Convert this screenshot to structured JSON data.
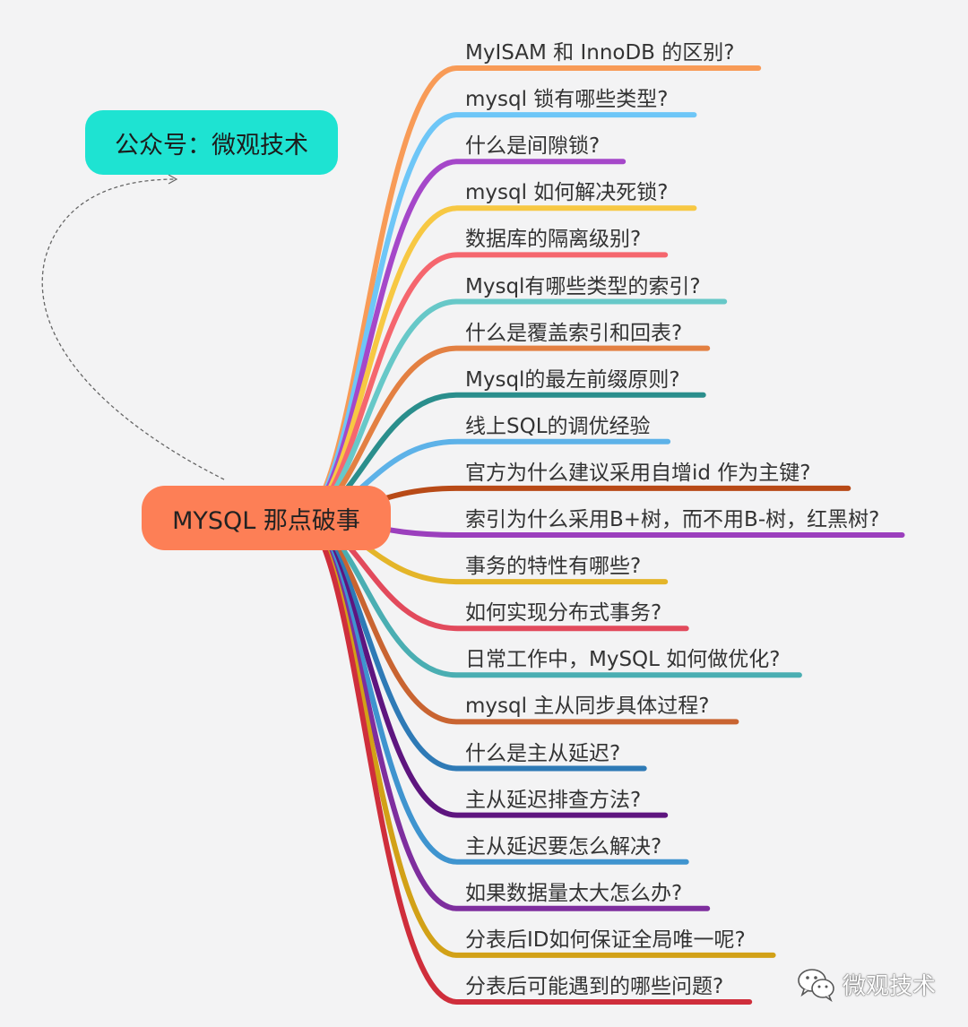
{
  "center": {
    "label": "MYSQL 那点破事"
  },
  "account": {
    "label": "公众号：微观技术"
  },
  "branches": [
    {
      "label": "MyISAM 和 InnoDB 的区别?",
      "color": "#f89b57"
    },
    {
      "label": "mysql 锁有哪些类型?",
      "color": "#6ec6f7"
    },
    {
      "label": "什么是间隙锁?",
      "color": "#a547c9"
    },
    {
      "label": "mysql 如何解决死锁?",
      "color": "#f7c843"
    },
    {
      "label": "数据库的隔离级别?",
      "color": "#f5666e"
    },
    {
      "label": "Mysql有哪些类型的索引?",
      "color": "#67c8c8"
    },
    {
      "label": "什么是覆盖索引和回表?",
      "color": "#e38042"
    },
    {
      "label": "Mysql的最左前缀原则?",
      "color": "#2a8e8c"
    },
    {
      "label": "线上SQL的调优经验",
      "color": "#5db2e8"
    },
    {
      "label": "官方为什么建议采用自增id 作为主键?",
      "color": "#b84a17"
    },
    {
      "label": "索引为什么采用B+树，而不用B-树，红黑树?",
      "color": "#9b3fbd"
    },
    {
      "label": "事务的特性有哪些?",
      "color": "#e4b529"
    },
    {
      "label": "如何实现分布式事务?",
      "color": "#e24a5c"
    },
    {
      "label": "日常工作中，MySQL 如何做优化?",
      "color": "#4aaeb2"
    },
    {
      "label": "mysql 主从同步具体过程?",
      "color": "#c96431"
    },
    {
      "label": "什么是主从延迟?",
      "color": "#2e7ab6"
    },
    {
      "label": "主从延迟排查方法?",
      "color": "#5e157f"
    },
    {
      "label": "主从延迟要怎么解决?",
      "color": "#3f94cf"
    },
    {
      "label": "如果数据量太大怎么办?",
      "color": "#7e2e9e"
    },
    {
      "label": "分表后ID如何保证全局唯一呢?",
      "color": "#d2a117"
    },
    {
      "label": "分表后可能遇到的哪些问题?",
      "color": "#cf2e3b"
    }
  ],
  "watermark": {
    "text": "微观技术",
    "icon": "wechat-icon"
  }
}
